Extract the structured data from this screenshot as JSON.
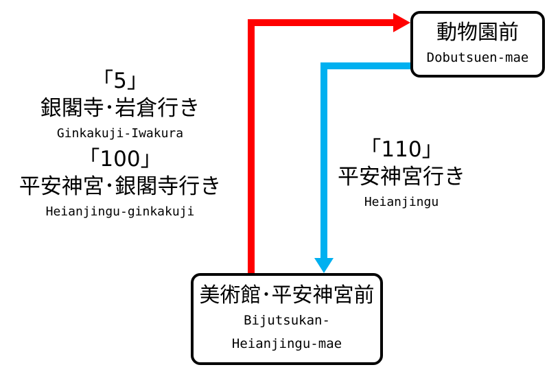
{
  "stops": {
    "top": {
      "name_jp": "動物園前",
      "name_en": "Dobutsuen-mae"
    },
    "bottom": {
      "name_jp": "美術館･平安神宮前",
      "name_en_1": "Bijutsukan-",
      "name_en_2": "Heianjingu-mae"
    }
  },
  "routes": {
    "red": {
      "color": "#ff0000",
      "route1_number": "「5」",
      "route1_dest_jp": "銀閣寺･岩倉行き",
      "route1_dest_en": "Ginkakuji-Iwakura",
      "route2_number": "「100」",
      "route2_dest_jp": "平安神宮･銀閣寺行き",
      "route2_dest_en": "Heianjingu-ginkakuji"
    },
    "blue": {
      "color": "#00b0f0",
      "route_number": "「110」",
      "dest_jp": "平安神宮行き",
      "dest_en": "Heianjingu"
    }
  }
}
